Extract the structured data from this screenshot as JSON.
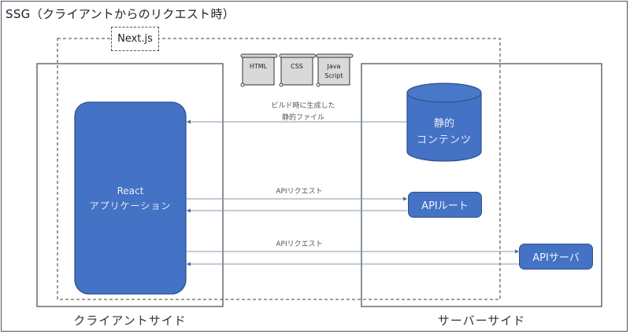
{
  "title": "SSG（クライアントからのリクエスト時）",
  "framework_label": "Next.js",
  "files": [
    {
      "label_lines": [
        "HTML"
      ]
    },
    {
      "label_lines": [
        "CSS"
      ]
    },
    {
      "label_lines": [
        "Java",
        "Script"
      ]
    }
  ],
  "static_files_caption": [
    "ビルド時に生成した",
    "静的ファイル"
  ],
  "react_app": {
    "line1": "React",
    "line2": "アプリケーション"
  },
  "static_content": {
    "line1": "静的",
    "line2": "コンテンツ"
  },
  "api_route_label": "APIルート",
  "api_server_label": "APIサーバ",
  "api_request_label_1": "APIリクエスト",
  "api_request_label_2": "APIリクエスト",
  "client_side_label": "クライアントサイド",
  "server_side_label": "サーバーサイド",
  "colors": {
    "accent_blue": "#4472c4",
    "border_blue": "#2f528f",
    "line": "#8497b0",
    "frame": "#4a5466"
  }
}
